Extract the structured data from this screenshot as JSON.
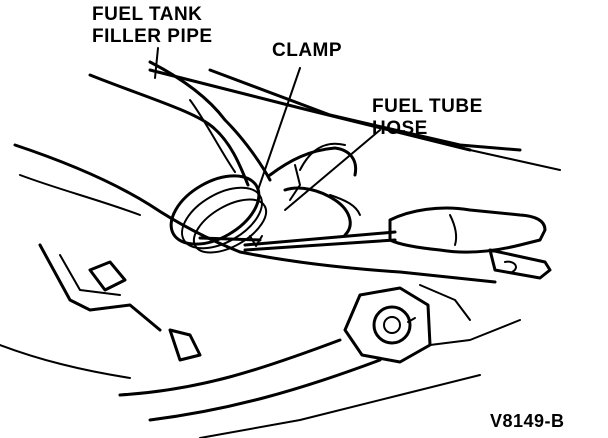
{
  "labels": {
    "filler_pipe": [
      "FUEL TANK",
      "FILLER PIPE"
    ],
    "clamp": "CLAMP",
    "fuel_tube_hose": [
      "FUEL TUBE",
      "HOSE"
    ],
    "figure_code": "V8149-B"
  },
  "colors": {
    "ink": "#000000",
    "paper": "#ffffff"
  }
}
